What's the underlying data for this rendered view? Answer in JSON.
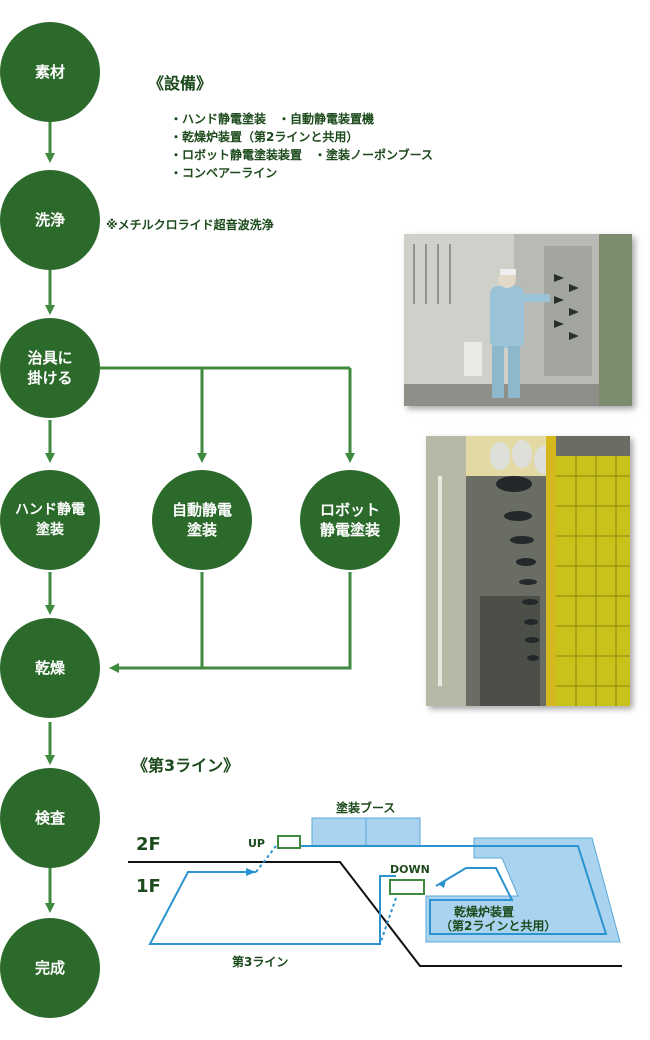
{
  "flow": {
    "nodes": [
      {
        "id": "material",
        "label": "素材"
      },
      {
        "id": "wash",
        "label": "洗浄"
      },
      {
        "id": "jig",
        "label": "治具に\n掛ける"
      },
      {
        "id": "hand",
        "label": "ハンド静電\n塗装"
      },
      {
        "id": "auto",
        "label": "自動静電\n塗装"
      },
      {
        "id": "robot",
        "label": "ロボット\n静電塗装"
      },
      {
        "id": "dry",
        "label": "乾燥"
      },
      {
        "id": "inspect",
        "label": "検査"
      },
      {
        "id": "complete",
        "label": "完成"
      }
    ]
  },
  "equipment": {
    "heading": "《設備》",
    "items": [
      "ハンド静電塗装　・自動静電装置機",
      "乾燥炉装置（第2ラインと共用）",
      "ロボット静電塗装装置　・塗装ノーポンブース",
      "コンベアーライン"
    ]
  },
  "wash_note": "※メチルクロライド超音波洗浄",
  "photos": [
    {
      "name": "worker-painting-photo"
    },
    {
      "name": "conveyor-line-photo"
    }
  ],
  "line3": {
    "heading": "《第3ライン》",
    "floor_2f": "2F",
    "floor_1f": "1F",
    "booth_label": "塗装ブース",
    "up_label": "UP",
    "down_label": "DOWN",
    "dryer_label_1": "乾燥炉装置",
    "dryer_label_2": "（第2ラインと共用）",
    "line_label": "第3ライン"
  },
  "colors": {
    "node_green": "#2c6a2c",
    "arrow_green": "#3f8a3f",
    "line_blue": "#2a93d0",
    "area_blue": "#a9d3ef",
    "text_green": "#1c4a1c"
  }
}
